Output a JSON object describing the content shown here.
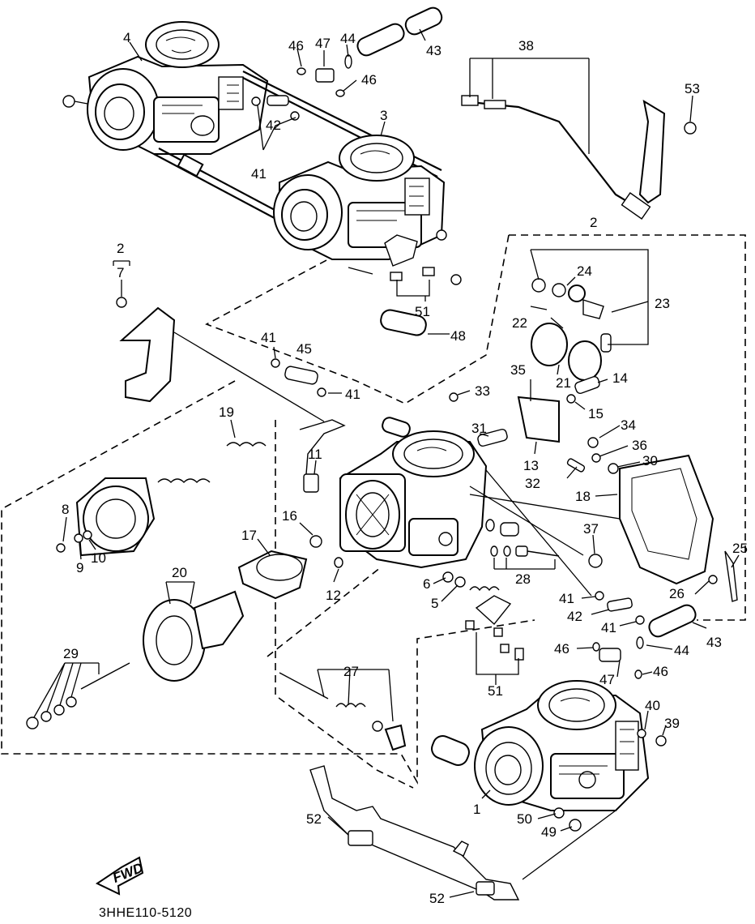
{
  "diagram": {
    "callouts": [
      {
        "id": "c4",
        "text": "4"
      },
      {
        "id": "c46a",
        "text": "46"
      },
      {
        "id": "c47a",
        "text": "47"
      },
      {
        "id": "c44a",
        "text": "44"
      },
      {
        "id": "c43a",
        "text": "43"
      },
      {
        "id": "c46b",
        "text": "46"
      },
      {
        "id": "c38",
        "text": "38"
      },
      {
        "id": "c53",
        "text": "53"
      },
      {
        "id": "c3",
        "text": "3"
      },
      {
        "id": "c42a",
        "text": "42"
      },
      {
        "id": "c41a",
        "text": "41"
      },
      {
        "id": "c2a",
        "text": "2"
      },
      {
        "id": "c2b",
        "text": "2"
      },
      {
        "id": "c7",
        "text": "7"
      },
      {
        "id": "c51a",
        "text": "51"
      },
      {
        "id": "c24",
        "text": "24"
      },
      {
        "id": "c23",
        "text": "23"
      },
      {
        "id": "c22",
        "text": "22"
      },
      {
        "id": "c48",
        "text": "48"
      },
      {
        "id": "c41b",
        "text": "41"
      },
      {
        "id": "c45",
        "text": "45"
      },
      {
        "id": "c41c",
        "text": "41"
      },
      {
        "id": "c21",
        "text": "21"
      },
      {
        "id": "c14",
        "text": "14"
      },
      {
        "id": "c35",
        "text": "35"
      },
      {
        "id": "c33",
        "text": "33"
      },
      {
        "id": "c15",
        "text": "15"
      },
      {
        "id": "c19",
        "text": "19"
      },
      {
        "id": "c31",
        "text": "31"
      },
      {
        "id": "c34",
        "text": "34"
      },
      {
        "id": "c36",
        "text": "36"
      },
      {
        "id": "c13",
        "text": "13"
      },
      {
        "id": "c30",
        "text": "30"
      },
      {
        "id": "c11",
        "text": "11"
      },
      {
        "id": "c32",
        "text": "32"
      },
      {
        "id": "c18",
        "text": "18"
      },
      {
        "id": "c8",
        "text": "8"
      },
      {
        "id": "c16",
        "text": "16"
      },
      {
        "id": "c17",
        "text": "17"
      },
      {
        "id": "c37",
        "text": "37"
      },
      {
        "id": "c25",
        "text": "25"
      },
      {
        "id": "c9",
        "text": "9"
      },
      {
        "id": "c10",
        "text": "10"
      },
      {
        "id": "c20",
        "text": "20"
      },
      {
        "id": "c6",
        "text": "6"
      },
      {
        "id": "c28",
        "text": "28"
      },
      {
        "id": "c12",
        "text": "12"
      },
      {
        "id": "c5",
        "text": "5"
      },
      {
        "id": "c41d",
        "text": "41"
      },
      {
        "id": "c26",
        "text": "26"
      },
      {
        "id": "c42b",
        "text": "42"
      },
      {
        "id": "c41e",
        "text": "41"
      },
      {
        "id": "c43b",
        "text": "43"
      },
      {
        "id": "c29",
        "text": "29"
      },
      {
        "id": "c46c",
        "text": "46"
      },
      {
        "id": "c44b",
        "text": "44"
      },
      {
        "id": "c27",
        "text": "27"
      },
      {
        "id": "c47b",
        "text": "47"
      },
      {
        "id": "c46d",
        "text": "46"
      },
      {
        "id": "c51b",
        "text": "51"
      },
      {
        "id": "c40",
        "text": "40"
      },
      {
        "id": "c39",
        "text": "39"
      },
      {
        "id": "c52a",
        "text": "52"
      },
      {
        "id": "c1",
        "text": "1"
      },
      {
        "id": "c50",
        "text": "50"
      },
      {
        "id": "c49",
        "text": "49"
      },
      {
        "id": "c52b",
        "text": "52"
      }
    ],
    "fwd_label": "FWD",
    "diagram_code": "3HHE110-5120"
  }
}
